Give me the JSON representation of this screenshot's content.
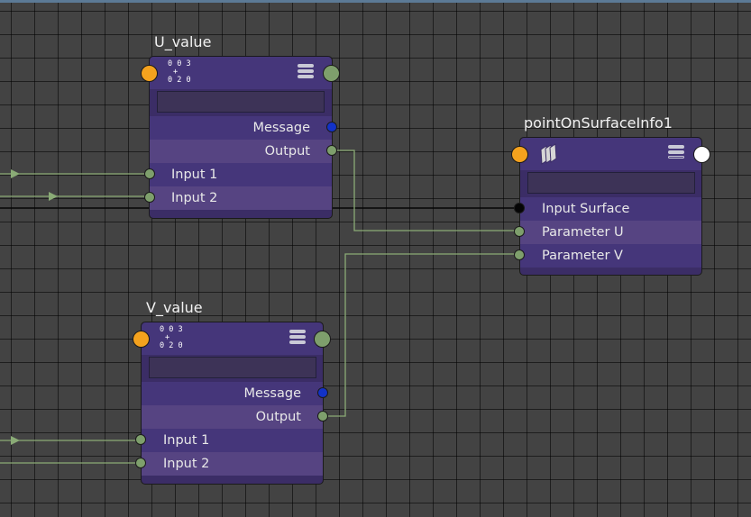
{
  "colors": {
    "background": "#434343",
    "node_body": "#3b2d66",
    "node_row_alt": "#564482",
    "wire": "#8aab76",
    "port_orange": "#f4a21e",
    "port_green": "#7e9f6c",
    "port_message": "#1232c8"
  },
  "nodes": {
    "u_value": {
      "title": "U_value",
      "icon": "multiply-divide-icon",
      "icon_rows": [
        "0 0 3",
        "+",
        "0 2 0"
      ],
      "ports": {
        "message": "Message",
        "output": "Output",
        "input1": "Input 1",
        "input2": "Input 2"
      }
    },
    "v_value": {
      "title": "V_value",
      "icon": "multiply-divide-icon",
      "icon_rows": [
        "0 0 3",
        "+",
        "0 2 0"
      ],
      "ports": {
        "message": "Message",
        "output": "Output",
        "input1": "Input 1",
        "input2": "Input 2"
      }
    },
    "point_on_surface": {
      "title": "pointOnSurfaceInfo1",
      "icon": "surface-sheets-icon",
      "ports": {
        "input_surface": "Input Surface",
        "parameter_u": "Parameter U",
        "parameter_v": "Parameter V"
      }
    }
  }
}
